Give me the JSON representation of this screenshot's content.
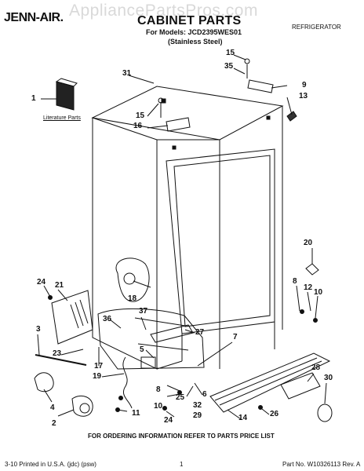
{
  "header": {
    "watermark": "AppliancePartsPros.com",
    "brand": "JENN-AIR.",
    "title": "CABINET PARTS",
    "models_line": "For Models: JCD2395WES01",
    "variant_line": "(Stainless Steel)",
    "category": "REFRIGERATOR"
  },
  "diagram": {
    "literature_label": "Literature Parts",
    "callouts": [
      "1",
      "2",
      "3",
      "4",
      "5",
      "6",
      "7",
      "8",
      "9",
      "10",
      "11",
      "12",
      "13",
      "14",
      "15",
      "16",
      "17",
      "18",
      "19",
      "20",
      "21",
      "23",
      "24",
      "25",
      "26",
      "27",
      "28",
      "29",
      "30",
      "31",
      "32",
      "35",
      "36",
      "37"
    ]
  },
  "footer": {
    "order_info": "FOR ORDERING INFORMATION REFER TO PARTS PRICE LIST",
    "print_info": "3-10 Printed in U.S.A. (jdc) (psw)",
    "page_number": "1",
    "part_number": "Part No. W10326113 Rev. A"
  }
}
